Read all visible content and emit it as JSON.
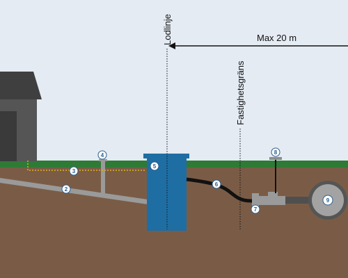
{
  "labels": {
    "lodlinje": "Lodlinje",
    "max_distance": "Max 20 m",
    "fastighetsgrans": "Fastighetsgräns"
  },
  "markers": {
    "m2": "2",
    "m3": "3",
    "m4": "4",
    "m5": "5",
    "m6": "6",
    "m7": "7",
    "m8": "8",
    "m9": "9"
  },
  "colors": {
    "sky": "#e4ebf3",
    "grass": "#2f7a35",
    "soil": "#7a5c46",
    "house": "#4a4a4a",
    "well": "#1e6ea3",
    "pipe": "#111111",
    "drain_pipe": "#9a9a9a",
    "dashed_line": "#e0b21b"
  }
}
